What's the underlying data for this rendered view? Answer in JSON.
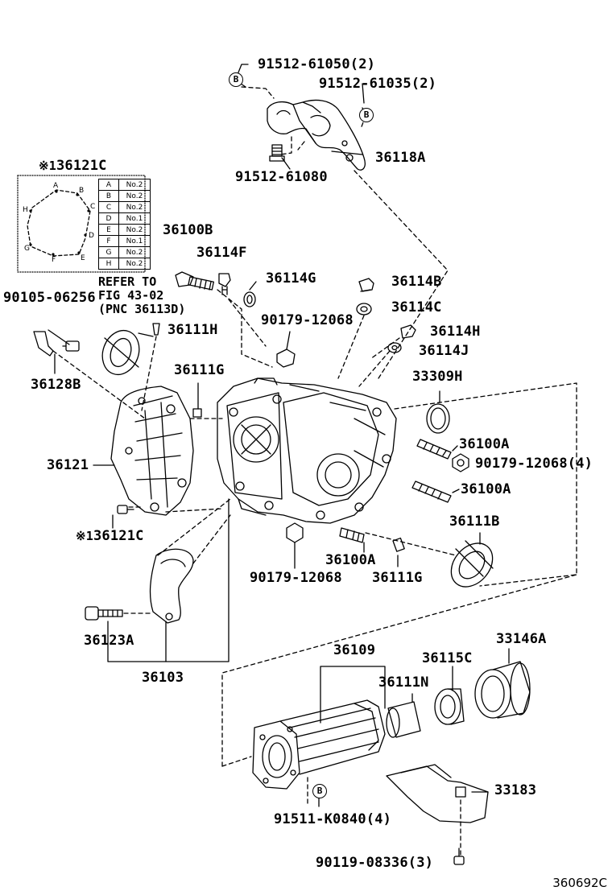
{
  "labels": {
    "p_91512_61050": "91512-61050(2)",
    "p_91512_61035": "91512-61035(2)",
    "p_36118A": "36118A",
    "p_91512_61080": "91512-61080",
    "p_36121C_top": "36121C",
    "p_36100B": "36100B",
    "p_36114F": "36114F",
    "p_36114G": "36114G",
    "p_36114B": "36114B",
    "p_36114C": "36114C",
    "p_90179_a": "90179-12068",
    "p_36114H": "36114H",
    "p_36114J": "36114J",
    "p_90105": "90105-06256",
    "p_36111H": "36111H",
    "p_36128B": "36128B",
    "p_36111G_top": "36111G",
    "p_33309H": "33309H",
    "p_36100A_1": "36100A",
    "p_90179_4": "90179-12068(4)",
    "p_36121": "36121",
    "p_36100A_2": "36100A",
    "p_36121C_bot": "36121C",
    "p_36111B": "36111B",
    "p_36100A_3": "36100A",
    "p_90179_b": "90179-12068",
    "p_36111G_bot": "36111G",
    "p_36123A": "36123A",
    "p_36103": "36103",
    "p_36109": "36109",
    "p_36115C": "36115C",
    "p_33146A": "33146A",
    "p_36111N": "36111N",
    "p_33183": "33183",
    "p_91511": "91511-K0840(4)",
    "p_90119": "90119-08336(3)"
  },
  "marks": {
    "note_mark": "※1",
    "circle_b": "B"
  },
  "refer_note": "REFER TO\nFIG 43-02\n(PNC 36113D)",
  "table": {
    "rows": [
      {
        "key": "A",
        "val": "No.2"
      },
      {
        "key": "B",
        "val": "No.2"
      },
      {
        "key": "C",
        "val": "No.2"
      },
      {
        "key": "D",
        "val": "No.1"
      },
      {
        "key": "E",
        "val": "No.2"
      },
      {
        "key": "F",
        "val": "No.1"
      },
      {
        "key": "G",
        "val": "No.2"
      },
      {
        "key": "H",
        "val": "No.2"
      }
    ],
    "diagram_letters": [
      "A",
      "B",
      "C",
      "D",
      "E",
      "F",
      "G",
      "H"
    ]
  },
  "caption": "360692C"
}
